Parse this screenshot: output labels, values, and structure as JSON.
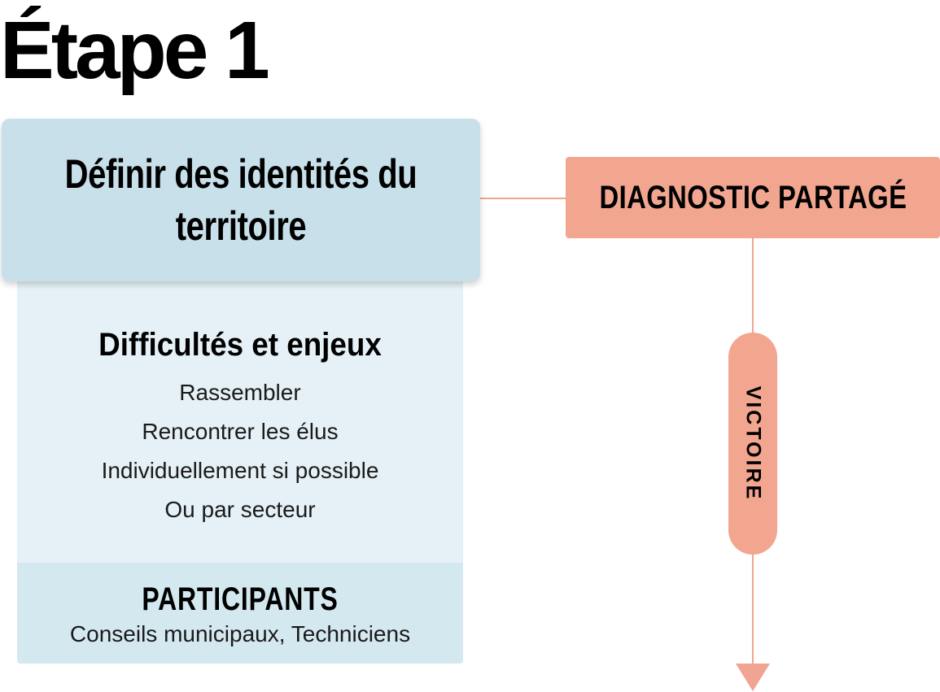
{
  "header": {
    "title": "Étape 1"
  },
  "main_box": {
    "title": "Définir des identités du territoire"
  },
  "challenges": {
    "title": "Difficultés et enjeux",
    "items": [
      "Rassembler",
      "Rencontrer les élus",
      "Individuellement si possible",
      "Ou par secteur"
    ]
  },
  "participants": {
    "title": "PARTICIPANTS",
    "list": "Conseils municipaux, Techniciens"
  },
  "flow": {
    "diagnostic_label": "DIAGNOSTIC PARTAGÉ",
    "victory_label": "VICTOIRE"
  },
  "colors": {
    "main_box_bg": "#c7e0ea",
    "challenges_bg": "#e5f1f6",
    "participants_bg": "#d4e8f0",
    "accent_salmon": "#f2a690",
    "connector": "#f0a491"
  }
}
